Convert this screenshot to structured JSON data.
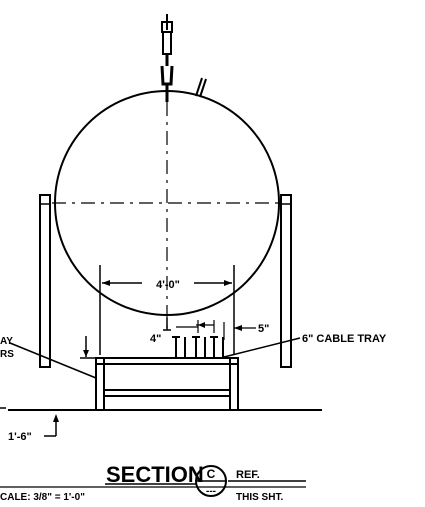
{
  "dimensions": {
    "tray_width": "4'-0\"",
    "stand_spacing": "4\"",
    "stand_offset": "5\"",
    "bottom_height": "1'-6\""
  },
  "labels": {
    "cable_tray": "6\" CABLE TRAY",
    "left_label_line1": "AY",
    "left_label_line2": "RS"
  },
  "section": {
    "title": "SECTION",
    "letter": "C",
    "ref": "REF.",
    "scale": "CALE: 3/8\" = 1'-0\"",
    "sheet_dashes": "---",
    "sheet": "THIS SHT."
  }
}
